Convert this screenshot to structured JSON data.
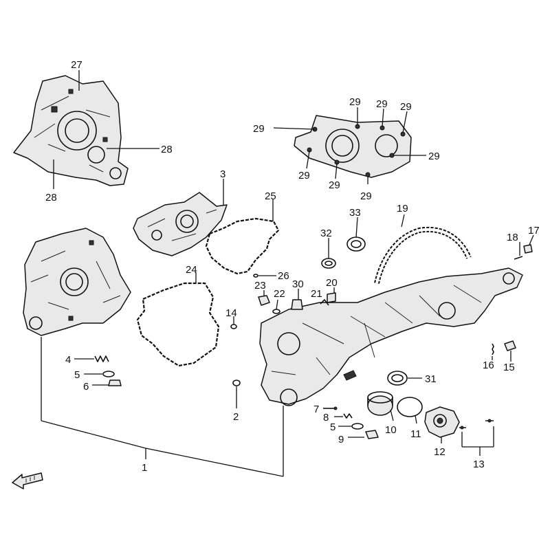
{
  "diagram": {
    "labels": {
      "p1": "1",
      "p2": "2",
      "p3": "3",
      "p4": "4",
      "p5a": "5",
      "p5b": "5",
      "p6": "6",
      "p7": "7",
      "p8": "8",
      "p9": "9",
      "p10": "10",
      "p11": "11",
      "p12": "12",
      "p13": "13",
      "p14": "14",
      "p15": "15",
      "p16": "16",
      "p17": "17",
      "p18": "18",
      "p19": "19",
      "p20": "20",
      "p21": "21",
      "p22": "22",
      "p23": "23",
      "p24": "24",
      "p25": "25",
      "p26": "26",
      "p27": "27",
      "p28a": "28",
      "p28b": "28",
      "p29a": "29",
      "p29b": "29",
      "p29c": "29",
      "p29d": "29",
      "p29e": "29",
      "p29f": "29",
      "p29g": "29",
      "p29h": "29",
      "p30": "30",
      "p31": "31",
      "p32": "32",
      "p33": "33"
    },
    "icons": [
      "front-direction-arrow-icon"
    ]
  }
}
